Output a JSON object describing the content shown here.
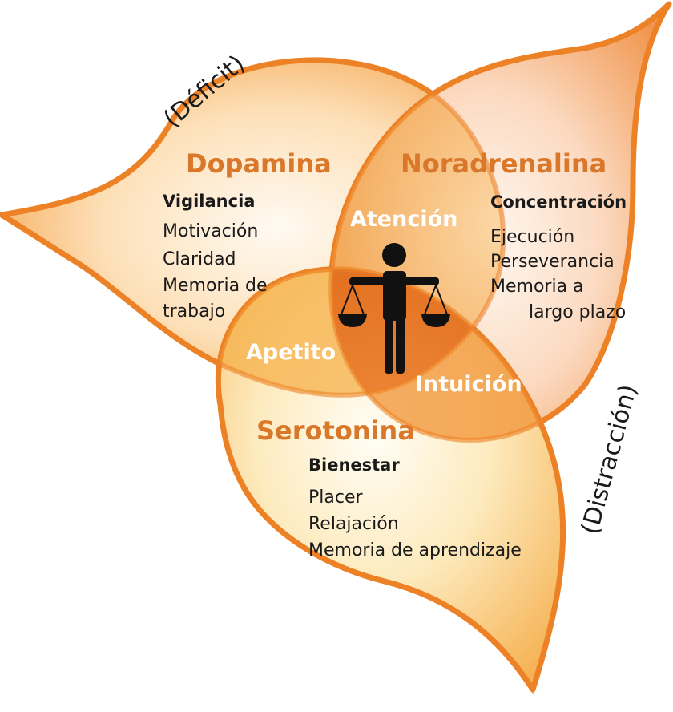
{
  "side_labels": {
    "deficit": "(Déficit)",
    "distraction": "(Distracción)"
  },
  "dopamina": {
    "title": "Dopamina",
    "head": "Vigilancia",
    "items": [
      "Motivación",
      "Claridad",
      "Memoria de",
      "trabajo"
    ]
  },
  "noradrenalina": {
    "title": "Noradrenalina",
    "head": "Concentración",
    "items": [
      "Ejecución",
      "Perseverancia",
      "Memoria a",
      "largo plazo"
    ]
  },
  "serotonina": {
    "title": "Serotonina",
    "head": "Bienestar",
    "items": [
      "Placer",
      "Relajación",
      "Memoria de aprendizaje"
    ]
  },
  "overlaps": {
    "atencion": "Atención",
    "apetito": "Apetito",
    "intuicion": "Intuición"
  },
  "center_icon": "balance-person-icon",
  "colors": {
    "orange_dark": "#e8791f",
    "orange_mid": "#f4a44a",
    "orange_light": "#fde3c4",
    "title_orange": "#d9772a"
  }
}
